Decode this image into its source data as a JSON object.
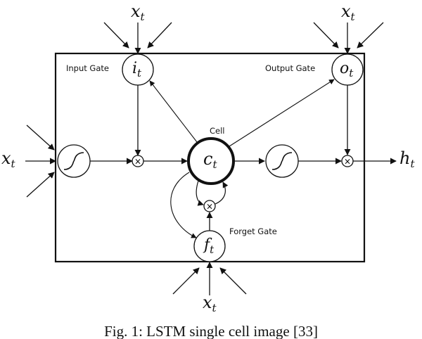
{
  "diagram": {
    "labels": {
      "input_gate": "Input Gate",
      "output_gate": "Output Gate",
      "forget_gate": "Forget Gate",
      "cell": "Cell"
    },
    "symbols": {
      "input_gate": {
        "main": "i",
        "sub": "t"
      },
      "output_gate": {
        "main": "o",
        "sub": "t"
      },
      "forget_gate": {
        "main": "f",
        "sub": "t"
      },
      "cell": {
        "main": "c",
        "sub": "t"
      },
      "output": {
        "main": "h",
        "sub": "t"
      },
      "input_top_left": {
        "main": "x",
        "sub": "t"
      },
      "input_top_right": {
        "main": "x",
        "sub": "t"
      },
      "input_left": {
        "main": "x",
        "sub": "t"
      },
      "input_bottom": {
        "main": "x",
        "sub": "t"
      }
    },
    "operators": {
      "multiply": "×"
    }
  },
  "caption": "Fig. 1: LSTM single cell image [33]"
}
